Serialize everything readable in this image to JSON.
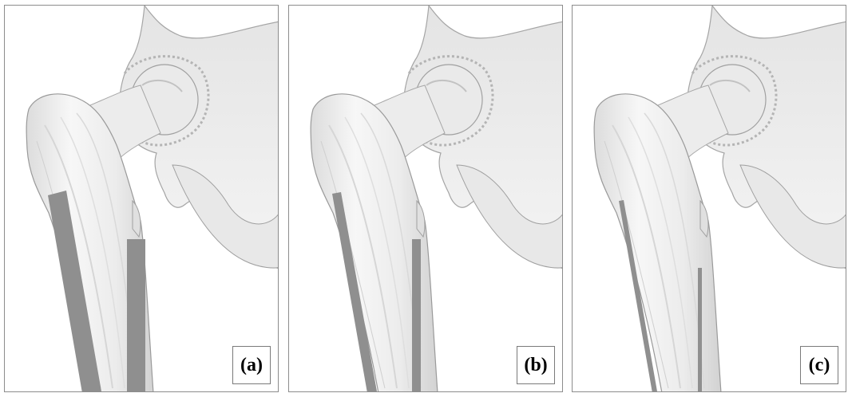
{
  "panels": [
    {
      "id": "a",
      "label": "(a)",
      "implant_width": "wide"
    },
    {
      "id": "b",
      "label": "(b)",
      "implant_width": "medium"
    },
    {
      "id": "c",
      "label": "(c)",
      "implant_width": "narrow"
    }
  ],
  "colors": {
    "implant": "#8f8f8f",
    "bone_fill": "#ededed",
    "bone_stroke": "#9a9a9a",
    "panel_border": "#8c8c8c"
  }
}
